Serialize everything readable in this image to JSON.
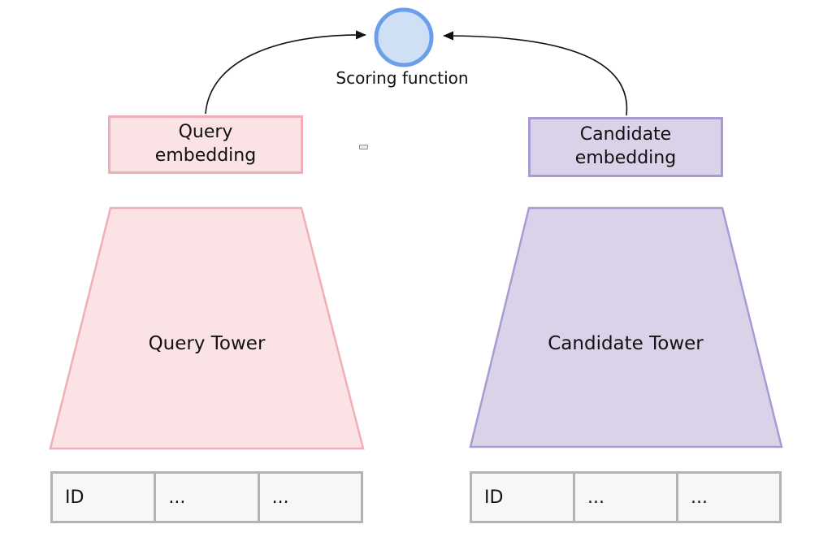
{
  "scoring": {
    "label": "Scoring function"
  },
  "query": {
    "embedding_label": "Query\nembedding",
    "tower_label": "Query Tower",
    "inputs": [
      "ID",
      "...",
      "..."
    ]
  },
  "candidate": {
    "embedding_label": "Candidate\nembedding",
    "tower_label": "Candidate Tower",
    "inputs": [
      "ID",
      "...",
      "..."
    ]
  },
  "colors": {
    "query_fill": "#fbe3e5",
    "query_border": "#f0aeb6",
    "candidate_fill": "#d9d2e9",
    "candidate_border": "#a99bd2",
    "scoring_fill": "#cfe0f5",
    "scoring_border": "#6d9eeb",
    "table_border": "#b3b3b3",
    "arrow": "#111111"
  }
}
